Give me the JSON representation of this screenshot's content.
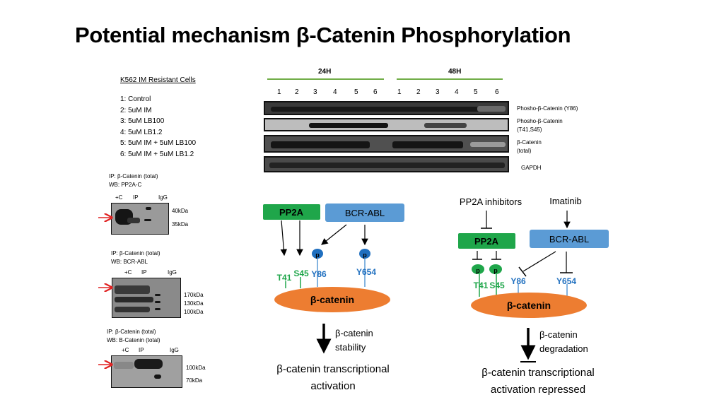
{
  "title": "Potential mechanism β-Catenin Phosphorylation",
  "legend": {
    "heading": "K562 IM Resistant Cells",
    "items": [
      "1: Control",
      "2: 5uM IM",
      "3: 5uM LB100",
      "4: 5uM LB1.2",
      "5: 5uM IM + 5uM LB100",
      "6: 5uM IM + 5uM LB1.2"
    ]
  },
  "western": {
    "timepoints": [
      "24H",
      "48H"
    ],
    "lanes": [
      "1",
      "2",
      "3",
      "4",
      "5",
      "6",
      "1",
      "2",
      "3",
      "4",
      "5",
      "6"
    ],
    "rows": [
      [
        "Phosho-β-Catenin (Y86)"
      ],
      [
        "Phosho-β-Catenin",
        "(T41,S45)"
      ],
      [
        "β-Catenin",
        "(total)"
      ],
      [
        "GAPDH"
      ]
    ]
  },
  "ip_panels": [
    {
      "ip": "IP: β-Catenin (total)",
      "wb": "WB: PP2A-C",
      "lanes": [
        "+C",
        "IP",
        "IgG"
      ],
      "markers": [
        "40kDa",
        "35kDa"
      ]
    },
    {
      "ip": "IP: β-Catenin (total)",
      "wb": "WB: BCR-ABL",
      "lanes": [
        "+C",
        "IP",
        "IgG"
      ],
      "markers": [
        "170kDa",
        "130kDa",
        "100kDa"
      ]
    },
    {
      "ip": "IP: β-Catenin (total)",
      "wb": "WB: B-Catenin (total)",
      "lanes": [
        "+C",
        "IP",
        "IgG"
      ],
      "markers": [
        "100kDa",
        "70kDa"
      ]
    }
  ],
  "diagram_left": {
    "pp2a": "PP2A",
    "bcr_abl": "BCR-ABL",
    "p_labels": [
      "p",
      "p"
    ],
    "sites": [
      "T41",
      "S45",
      "Y86",
      "Y654"
    ],
    "catenin": "β-catenin",
    "outcome": [
      "β-catenin",
      "stability"
    ],
    "result": [
      "β-catenin transcriptional",
      "activation"
    ]
  },
  "diagram_right": {
    "pp2a_inhibitors": "PP2A inhibitors",
    "imatinib": "Imatinib",
    "pp2a": "PP2A",
    "bcr_abl": "BCR-ABL",
    "p_labels": [
      "p",
      "p"
    ],
    "sites": [
      "T41",
      "S45",
      "Y86",
      "Y654"
    ],
    "catenin": "β-catenin",
    "outcome": [
      "β-catenin",
      "degradation"
    ],
    "result": [
      "β-catenin transcriptional",
      "activation repressed"
    ]
  },
  "colors": {
    "green": "#1fa64a",
    "blue": "#5b9bd5",
    "orange": "#ed7d31",
    "dark_blue": "#1f6fbf",
    "timepoint_line": "#70ad47"
  }
}
